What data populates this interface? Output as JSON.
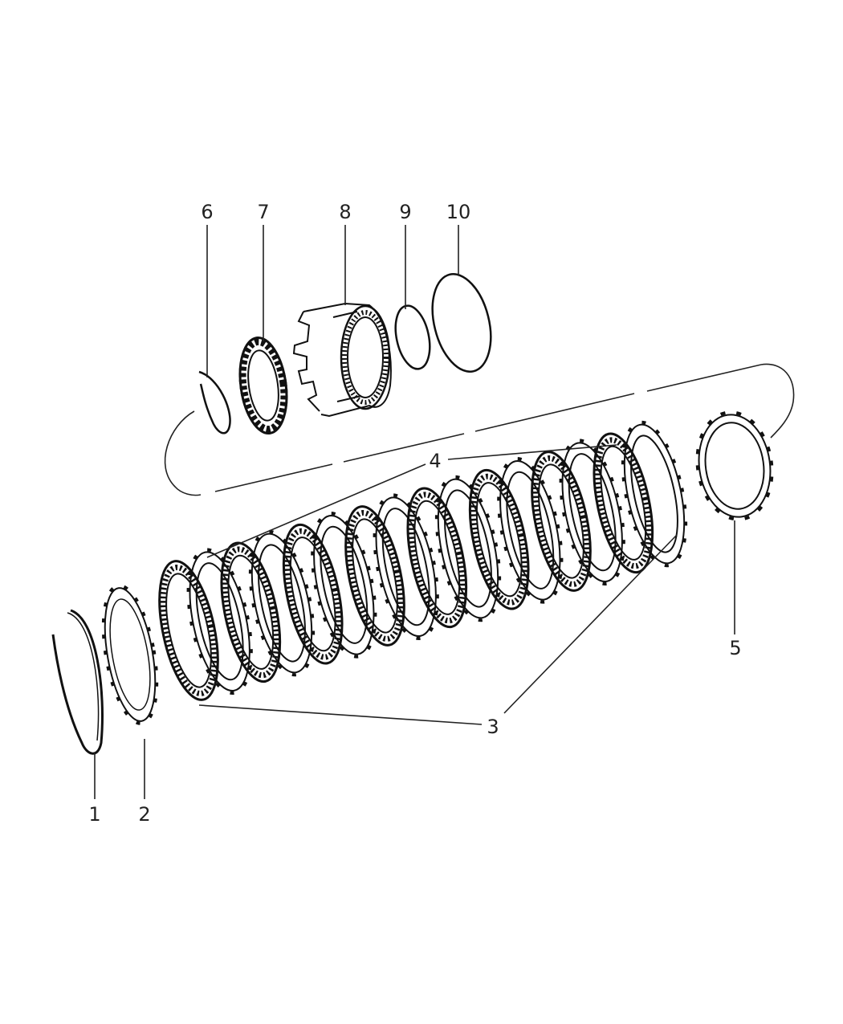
{
  "diagram": {
    "callouts": [
      {
        "id": "1",
        "label": "1"
      },
      {
        "id": "2",
        "label": "2"
      },
      {
        "id": "3",
        "label": "3"
      },
      {
        "id": "4",
        "label": "4"
      },
      {
        "id": "5",
        "label": "5"
      },
      {
        "id": "6",
        "label": "6"
      },
      {
        "id": "7",
        "label": "7"
      },
      {
        "id": "8",
        "label": "8"
      },
      {
        "id": "9",
        "label": "9"
      },
      {
        "id": "10",
        "label": "10"
      }
    ]
  },
  "colors": {
    "ink": "#111111",
    "background": "#ffffff"
  }
}
